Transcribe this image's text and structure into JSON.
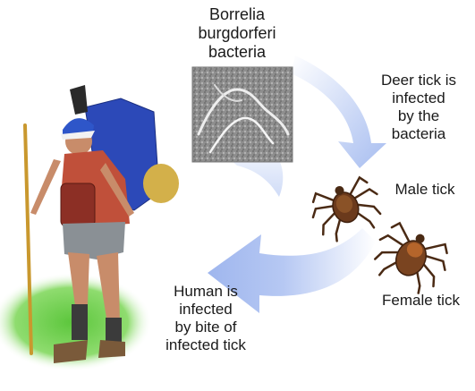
{
  "labels": {
    "bacteria": [
      "Borrelia",
      "burgdorferi",
      "bacteria"
    ],
    "deer_tick": [
      "Deer tick is",
      "infected",
      "by the",
      "bacteria"
    ],
    "male_tick": "Male tick",
    "female_tick": "Female tick",
    "human": [
      "Human is",
      "infected",
      "by bite of",
      "infected tick"
    ]
  },
  "colors": {
    "arrow": "#a9bff0",
    "arrow_fade": "#ffffff",
    "micrograph_bg": "#9a9a9a",
    "tick_body": "#6b3a1c",
    "grass": "#56c23a",
    "backpack": "#2c49b8"
  },
  "icons": [
    "bacteria-micrograph",
    "cycle-arrow",
    "male-tick-icon",
    "female-tick-icon",
    "hiker-icon"
  ]
}
